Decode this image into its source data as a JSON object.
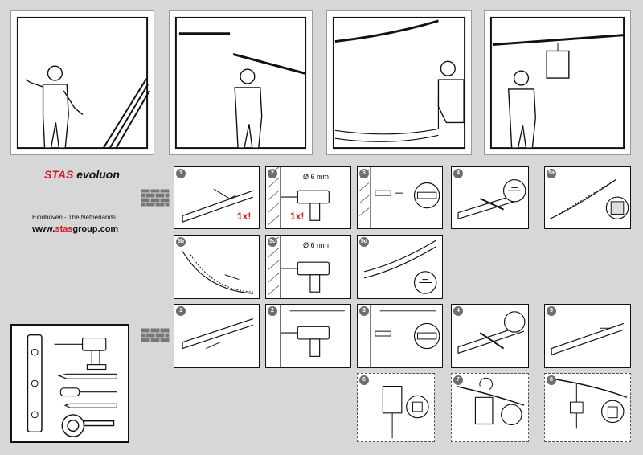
{
  "brand": {
    "prefix": "STAS",
    "suffix": "evoluon"
  },
  "location": "Eindhoven - The Netherlands",
  "website": {
    "pre": "www.",
    "accent": "stas",
    "post": "group.com"
  },
  "row1": {
    "s1": {
      "num": "1",
      "note": "1x!"
    },
    "s2": {
      "num": "2",
      "dia": "Ø 6 mm",
      "note": "1x!"
    },
    "s3": {
      "num": "3"
    },
    "s4": {
      "num": "4"
    },
    "s5a": {
      "num": "5a"
    }
  },
  "row2": {
    "s5b": {
      "num": "5b"
    },
    "s5c": {
      "num": "5c",
      "dia": "Ø 6 mm"
    },
    "s5d": {
      "num": "5d"
    }
  },
  "row3": {
    "s1": "1",
    "s2": "2",
    "s3": "3",
    "s4": "4",
    "s5": "5"
  },
  "row4": {
    "s6": "6",
    "s7": "7",
    "s8": "8"
  },
  "icons": [
    "brick-wall-icon",
    "drill-icon",
    "pencil-icon",
    "screwdriver-icon",
    "level-icon",
    "tape-measure-icon",
    "screw-icon",
    "wall-plug-icon"
  ],
  "colors": {
    "accent": "#d71920",
    "badge": "#6e6e6e",
    "background": "#d7d7d7"
  }
}
